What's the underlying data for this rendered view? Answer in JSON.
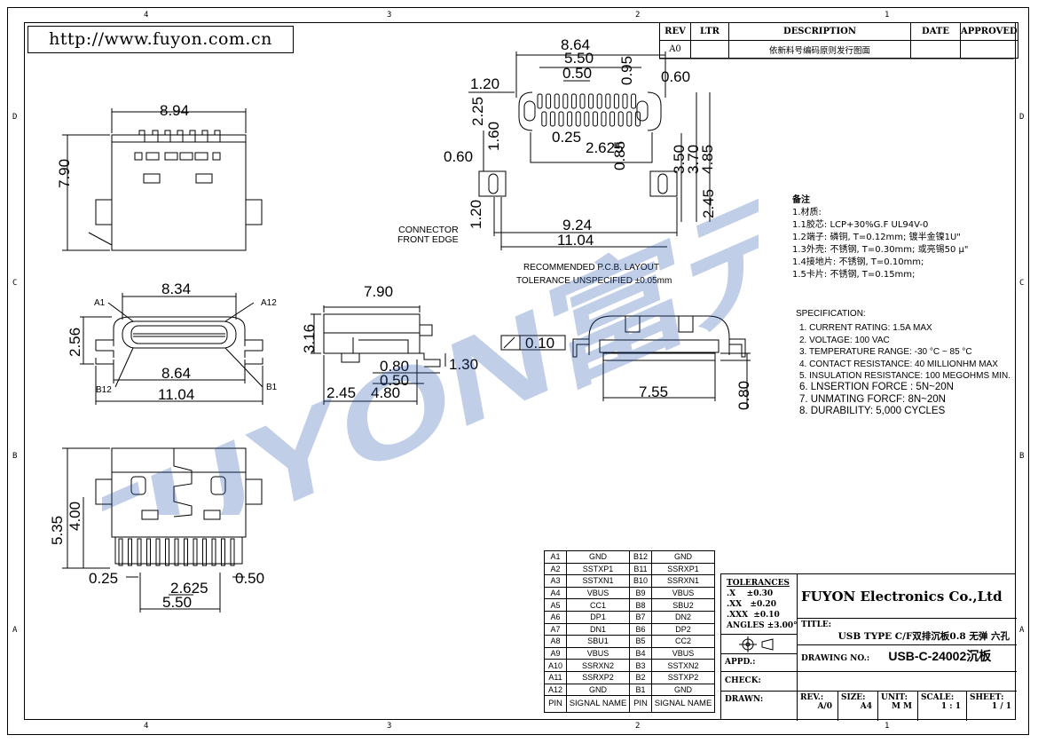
{
  "url_box": "http://www.fuyon.com.cn",
  "zones": {
    "top": [
      "4",
      "3",
      "2",
      "1"
    ],
    "bottom": [
      "4",
      "3",
      "2",
      "1"
    ],
    "left": [
      "D",
      "C",
      "B",
      "A"
    ],
    "right": [
      "D",
      "C",
      "B",
      "A"
    ]
  },
  "revision_table": {
    "headers": [
      "REV",
      "LTR",
      "DESCRIPTION",
      "DATE",
      "APPROVED"
    ],
    "row": [
      "A0",
      "",
      "依新料号编码原则发行图面",
      "",
      ""
    ]
  },
  "watermark": "FUYON富元",
  "dims": {
    "top_view": {
      "width": "8.94",
      "height": "7.90",
      "connector_front_edge": "CONNECTOR\nFRONT EDGE"
    },
    "front_view": {
      "a1": "A1",
      "a12": "A12",
      "b12": "B12",
      "b1": "B1",
      "w_inner": "8.34",
      "w_mid": "8.64",
      "w_outer": "11.04",
      "h": "2.56"
    },
    "side_view": {
      "w": "7.90",
      "h": "3.16",
      "d1": "0.80",
      "d2": "0.50",
      "d3": "1.30",
      "d4": "2.45",
      "d5": "4.80"
    },
    "pcb_layout": {
      "w1": "8.64",
      "w2": "5.50",
      "pitch": "0.50",
      "d095": "0.95",
      "d060a": "0.60",
      "d120a": "1.20",
      "d225": "2.25",
      "d160": "1.60",
      "d025": "0.25",
      "d2625": "2.625",
      "d085": "0.85",
      "d350": "3.50",
      "d370": "3.70",
      "d485": "4.85",
      "d060b": "0.60",
      "d120b": "1.20",
      "d245": "2.45",
      "w3": "9.24",
      "w4": "11.04",
      "title": "RECOMMENDED P.C.B. LAYOUT",
      "tolerance": "TOLERANCE UNSPECIFIED ±0.05mm"
    },
    "rear_view": {
      "flatness": "0.10",
      "w": "7.55",
      "h": "0.80"
    },
    "bottom_view": {
      "d535": "5.35",
      "d400": "4.00",
      "d025": "0.25",
      "d2625": "2.625",
      "d050": "0.50",
      "d550": "5.50"
    }
  },
  "notes": {
    "title": "备注",
    "lines": [
      "1.材质:",
      "1.1胶芯: LCP+30%G.F UL94V-0",
      "1.2端子: 磷铜, T=0.12mm; 镀半金镍1U\"",
      "1.3外壳: 不锈钢, T=0.30mm; 或亮锡50 μ\"",
      "1.4接地片: 不锈钢, T=0.10mm;",
      "1.5卡片: 不锈钢, T=0.15mm;"
    ]
  },
  "specification": {
    "title": "SPECIFICATION:",
    "lines": [
      "1. CURRENT RATING: 1.5A MAX",
      "2. VOLTAGE: 100 VAC",
      "3. TEMPERATURE RANGE: -30 °C ~ 85 °C",
      "4. CONTACT RESISTANCE: 40 MILLIONHM MAX",
      "5. INSULATION RESISTANCE: 100 MEGOHMS MIN.",
      "6. LNSERTION FORCE : 5N~20N",
      "7. UNMATING FORCF: 8N~20N",
      "8. DURABILITY: 5,000 CYCLES"
    ]
  },
  "pin_table": {
    "rows": [
      [
        "A1",
        "GND",
        "B12",
        "GND"
      ],
      [
        "A2",
        "SSTXP1",
        "B11",
        "SSRXP1"
      ],
      [
        "A3",
        "SSTXN1",
        "B10",
        "SSRXN1"
      ],
      [
        "A4",
        "VBUS",
        "B9",
        "VBUS"
      ],
      [
        "A5",
        "CC1",
        "B8",
        "SBU2"
      ],
      [
        "A6",
        "DP1",
        "B7",
        "DN2"
      ],
      [
        "A7",
        "DN1",
        "B6",
        "DP2"
      ],
      [
        "A8",
        "SBU1",
        "B5",
        "CC2"
      ],
      [
        "A9",
        "VBUS",
        "B4",
        "VBUS"
      ],
      [
        "A10",
        "SSRXN2",
        "B3",
        "SSTXN2"
      ],
      [
        "A11",
        "SSRXP2",
        "B2",
        "SSTXP2"
      ],
      [
        "A12",
        "GND",
        "B1",
        "GND"
      ]
    ],
    "footer": [
      "PIN",
      "SIGNAL NAME",
      "PIN",
      "SIGNAL NAME"
    ]
  },
  "title_block": {
    "tolerances_title": "TOLERANCES",
    "tol": [
      ".X    ±0.30",
      ".XX   ±0.20",
      ".XXX  ±0.10",
      "ANGLES ±3.00°"
    ],
    "company": "FUYON Electronics Co.,Ltd",
    "title_label": "TITLE:",
    "title": "USB TYPE C/F双排沉板0.8 无弹 六孔",
    "drawing_no_label": "DRAWING NO.:",
    "drawing_no": "USB-C-24002沉板",
    "appd": "APPD.:",
    "check": "CHECK:",
    "drawn": "DRAWN:",
    "rev_label": "REV.:",
    "rev": "A/0",
    "size_label": "SIZE:",
    "size": "A4",
    "unit_label": "UNIT:",
    "unit": "M M",
    "scale_label": "SCALE:",
    "scale": "1 : 1",
    "sheet_label": "SHEET:",
    "sheet": "1 / 1"
  }
}
